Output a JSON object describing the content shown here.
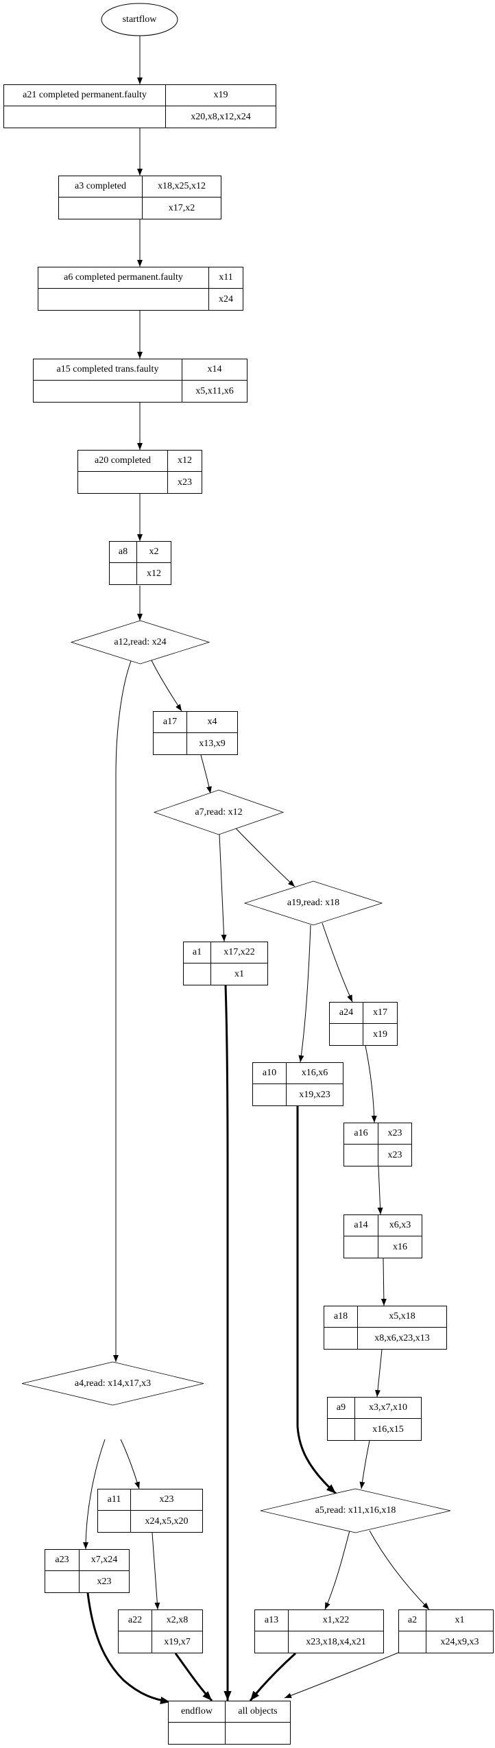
{
  "diagram": {
    "type": "flowchart",
    "start": {
      "id": "startflow",
      "label": "startflow",
      "shape": "ellipse"
    },
    "records": [
      {
        "id": "a21",
        "name": "a21 completed permanent.faulty",
        "top": "x19",
        "bottom": "x20,x8,x12,x24"
      },
      {
        "id": "a3",
        "name": "a3 completed",
        "top": "x18,x25,x12",
        "bottom": "x17,x2"
      },
      {
        "id": "a6",
        "name": "a6 completed permanent.faulty",
        "top": "x11",
        "bottom": "x24"
      },
      {
        "id": "a15",
        "name": "a15 completed trans.faulty",
        "top": "x14",
        "bottom": "x5,x11,x6"
      },
      {
        "id": "a20",
        "name": "a20 completed",
        "top": "x12",
        "bottom": "x23"
      },
      {
        "id": "a8",
        "name": "a8",
        "top": "x2",
        "bottom": "x12"
      },
      {
        "id": "a17",
        "name": "a17",
        "top": "x4",
        "bottom": "x13,x9"
      },
      {
        "id": "a1",
        "name": "a1",
        "top": "x17,x22",
        "bottom": "x1"
      },
      {
        "id": "a24",
        "name": "a24",
        "top": "x17",
        "bottom": "x19"
      },
      {
        "id": "a10",
        "name": "a10",
        "top": "x16,x6",
        "bottom": "x19,x23"
      },
      {
        "id": "a16",
        "name": "a16",
        "top": "x23",
        "bottom": "x23"
      },
      {
        "id": "a14",
        "name": "a14",
        "top": "x6,x3",
        "bottom": "x16"
      },
      {
        "id": "a18",
        "name": "a18",
        "top": "x5,x18",
        "bottom": "x8,x6,x23,x13"
      },
      {
        "id": "a9",
        "name": "a9",
        "top": "x3,x7,x10",
        "bottom": "x16,x15"
      },
      {
        "id": "a11",
        "name": "a11",
        "top": "x23",
        "bottom": "x24,x5,x20"
      },
      {
        "id": "a23",
        "name": "a23",
        "top": "x7,x24",
        "bottom": "x23"
      },
      {
        "id": "a22",
        "name": "a22",
        "top": "x2,x8",
        "bottom": "x19,x7"
      },
      {
        "id": "a13",
        "name": "a13",
        "top": "x1,x22",
        "bottom": "x23,x18,x4,x21"
      },
      {
        "id": "a2",
        "name": "a2",
        "top": "x1",
        "bottom": "x24,x9,x3"
      },
      {
        "id": "endflow",
        "name": "endflow",
        "top": "all objects",
        "bottom": ""
      }
    ],
    "decisions": [
      {
        "id": "a12",
        "label": "a12,read: x24"
      },
      {
        "id": "a7",
        "label": "a7,read: x12"
      },
      {
        "id": "a19",
        "label": "a19,read: x18"
      },
      {
        "id": "a4",
        "label": "a4,read: x14,x17,x3"
      },
      {
        "id": "a5",
        "label": "a5,read: x11,x16,x18"
      }
    ],
    "edges": [
      {
        "from": "startflow",
        "to": "a21",
        "bold": false
      },
      {
        "from": "a21",
        "to": "a3",
        "bold": false
      },
      {
        "from": "a3",
        "to": "a6",
        "bold": false
      },
      {
        "from": "a6",
        "to": "a15",
        "bold": false
      },
      {
        "from": "a15",
        "to": "a20",
        "bold": false
      },
      {
        "from": "a20",
        "to": "a8",
        "bold": false
      },
      {
        "from": "a8",
        "to": "a12",
        "bold": false
      },
      {
        "from": "a12",
        "to": "a17",
        "bold": false
      },
      {
        "from": "a12",
        "to": "a4",
        "bold": false
      },
      {
        "from": "a17",
        "to": "a7",
        "bold": false
      },
      {
        "from": "a7",
        "to": "a1",
        "bold": false
      },
      {
        "from": "a7",
        "to": "a19",
        "bold": false
      },
      {
        "from": "a19",
        "to": "a24",
        "bold": false
      },
      {
        "from": "a19",
        "to": "a10",
        "bold": false
      },
      {
        "from": "a24",
        "to": "a16",
        "bold": false
      },
      {
        "from": "a16",
        "to": "a14",
        "bold": false
      },
      {
        "from": "a14",
        "to": "a18",
        "bold": false
      },
      {
        "from": "a18",
        "to": "a9",
        "bold": false
      },
      {
        "from": "a9",
        "to": "a5",
        "bold": false
      },
      {
        "from": "a10",
        "to": "a5",
        "bold": true
      },
      {
        "from": "a5",
        "to": "a13",
        "bold": false
      },
      {
        "from": "a5",
        "to": "a2",
        "bold": false
      },
      {
        "from": "a4",
        "to": "a11",
        "bold": false
      },
      {
        "from": "a4",
        "to": "a23",
        "bold": false
      },
      {
        "from": "a11",
        "to": "a22",
        "bold": false
      },
      {
        "from": "a23",
        "to": "endflow",
        "bold": true
      },
      {
        "from": "a22",
        "to": "endflow",
        "bold": true
      },
      {
        "from": "a1",
        "to": "endflow",
        "bold": true
      },
      {
        "from": "a13",
        "to": "endflow",
        "bold": true
      },
      {
        "from": "a2",
        "to": "endflow",
        "bold": false
      }
    ]
  }
}
